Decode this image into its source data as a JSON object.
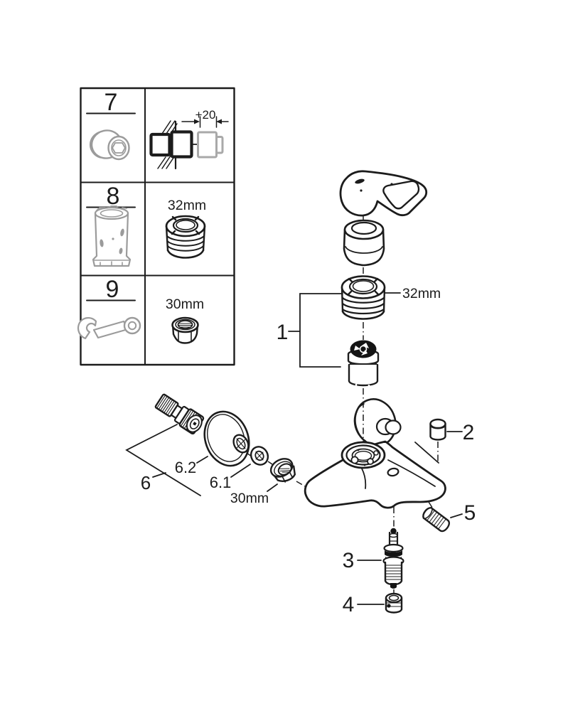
{
  "colors": {
    "line": "#1c1c1c",
    "gray_part": "#9b9b9b",
    "light_gray_part": "#a9a9a9",
    "background": "#ffffff"
  },
  "table": {
    "rows": [
      {
        "number": "7",
        "icon": "extension-nipple",
        "spec": "+20"
      },
      {
        "number": "8",
        "icon": "socket-tool",
        "spec": "32mm"
      },
      {
        "number": "9",
        "icon": "open-end-wrench",
        "spec": "30mm"
      }
    ]
  },
  "diagram": {
    "callout_1": "1",
    "callout_2": "2",
    "callout_3": "3",
    "callout_4": "4",
    "callout_5": "5",
    "callout_6": "6",
    "callout_6_1": "6.1",
    "callout_6_2": "6.2",
    "ring_size_label": "32mm",
    "nut_size_label": "30mm"
  }
}
